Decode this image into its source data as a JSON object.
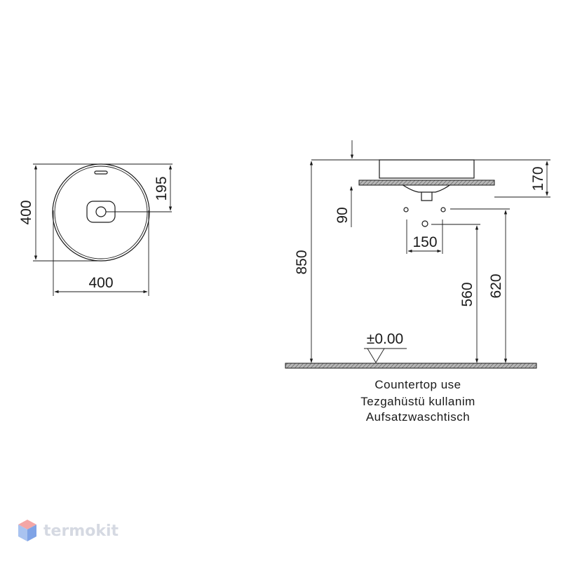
{
  "dimensions": {
    "top_view_height": "400",
    "top_view_width": "400",
    "top_view_drain_offset": "195",
    "side_total_height": "850",
    "side_basin_height": "170",
    "side_drain_depth": "90",
    "side_hole_spacing": "150",
    "side_drain_height": "560",
    "side_supply_height": "620",
    "floor_level": "±0.00"
  },
  "notes": {
    "line1": "Countertop use",
    "line2": "Tezgahüstü kullanim",
    "line3": "Aufsatzwaschtisch"
  },
  "watermark": {
    "text": "termokit",
    "icon": "cube-logo-icon",
    "colors": {
      "top": "#f4a6a6",
      "left": "#a9c3f0",
      "right": "#7fa3e6"
    }
  }
}
